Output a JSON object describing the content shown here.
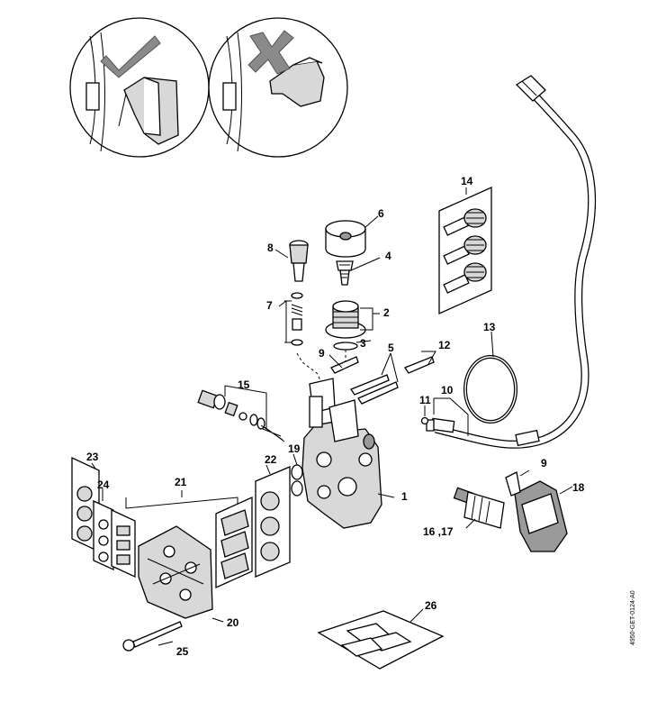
{
  "labels": {
    "p1": "1",
    "p2": "2",
    "p3": "3",
    "p4": "4",
    "p5": "5",
    "p6": "6",
    "p7": "7",
    "p8": "8",
    "p9a": "9",
    "p9b": "9",
    "p10": "10",
    "p11": "11",
    "p12": "12",
    "p13": "13",
    "p14": "14",
    "p15": "15",
    "p16_17": "16 ,17",
    "p18": "18",
    "p19": "19",
    "p20": "20",
    "p21": "21",
    "p22": "22",
    "p23": "23",
    "p24": "24",
    "p25": "25",
    "p26": "26"
  },
  "doc_id": "4950-GET-0124-A0",
  "icons": {
    "correct": "check-mark-icon",
    "wrong": "cross-mark-icon"
  }
}
